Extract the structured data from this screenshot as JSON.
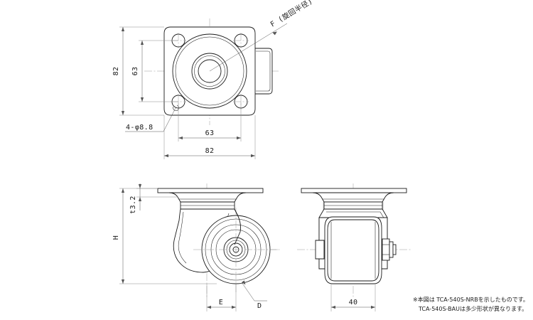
{
  "drawing": {
    "background_color": "#ffffff",
    "line_color": "#1a1a1a",
    "dim_line_color": "#555555",
    "center_line_color": "#9a9a9a"
  },
  "top_view": {
    "name": "plate-top-view",
    "dim_height_overall": "82",
    "dim_height_holes": "63",
    "dim_width_holes": "63",
    "dim_width_overall": "82",
    "hole_note": "4-φ8.8",
    "swivel_label": "F (旋回半径)"
  },
  "side_view": {
    "name": "caster-side-view",
    "dim_height": "H",
    "dim_plate_thickness": "t3.2",
    "dim_offset": "E",
    "label_wheel_diameter": "D"
  },
  "front_view": {
    "name": "caster-front-view",
    "dim_width": "40"
  },
  "notes": {
    "line1": "※本図は TCA-540S-NRBを示したものです。",
    "line2": "TCA-540S-BAUは多少形状が異なります。",
    "model_shown": "TCA-540S-NRB",
    "model_variant": "TCA-540S-BAU"
  }
}
